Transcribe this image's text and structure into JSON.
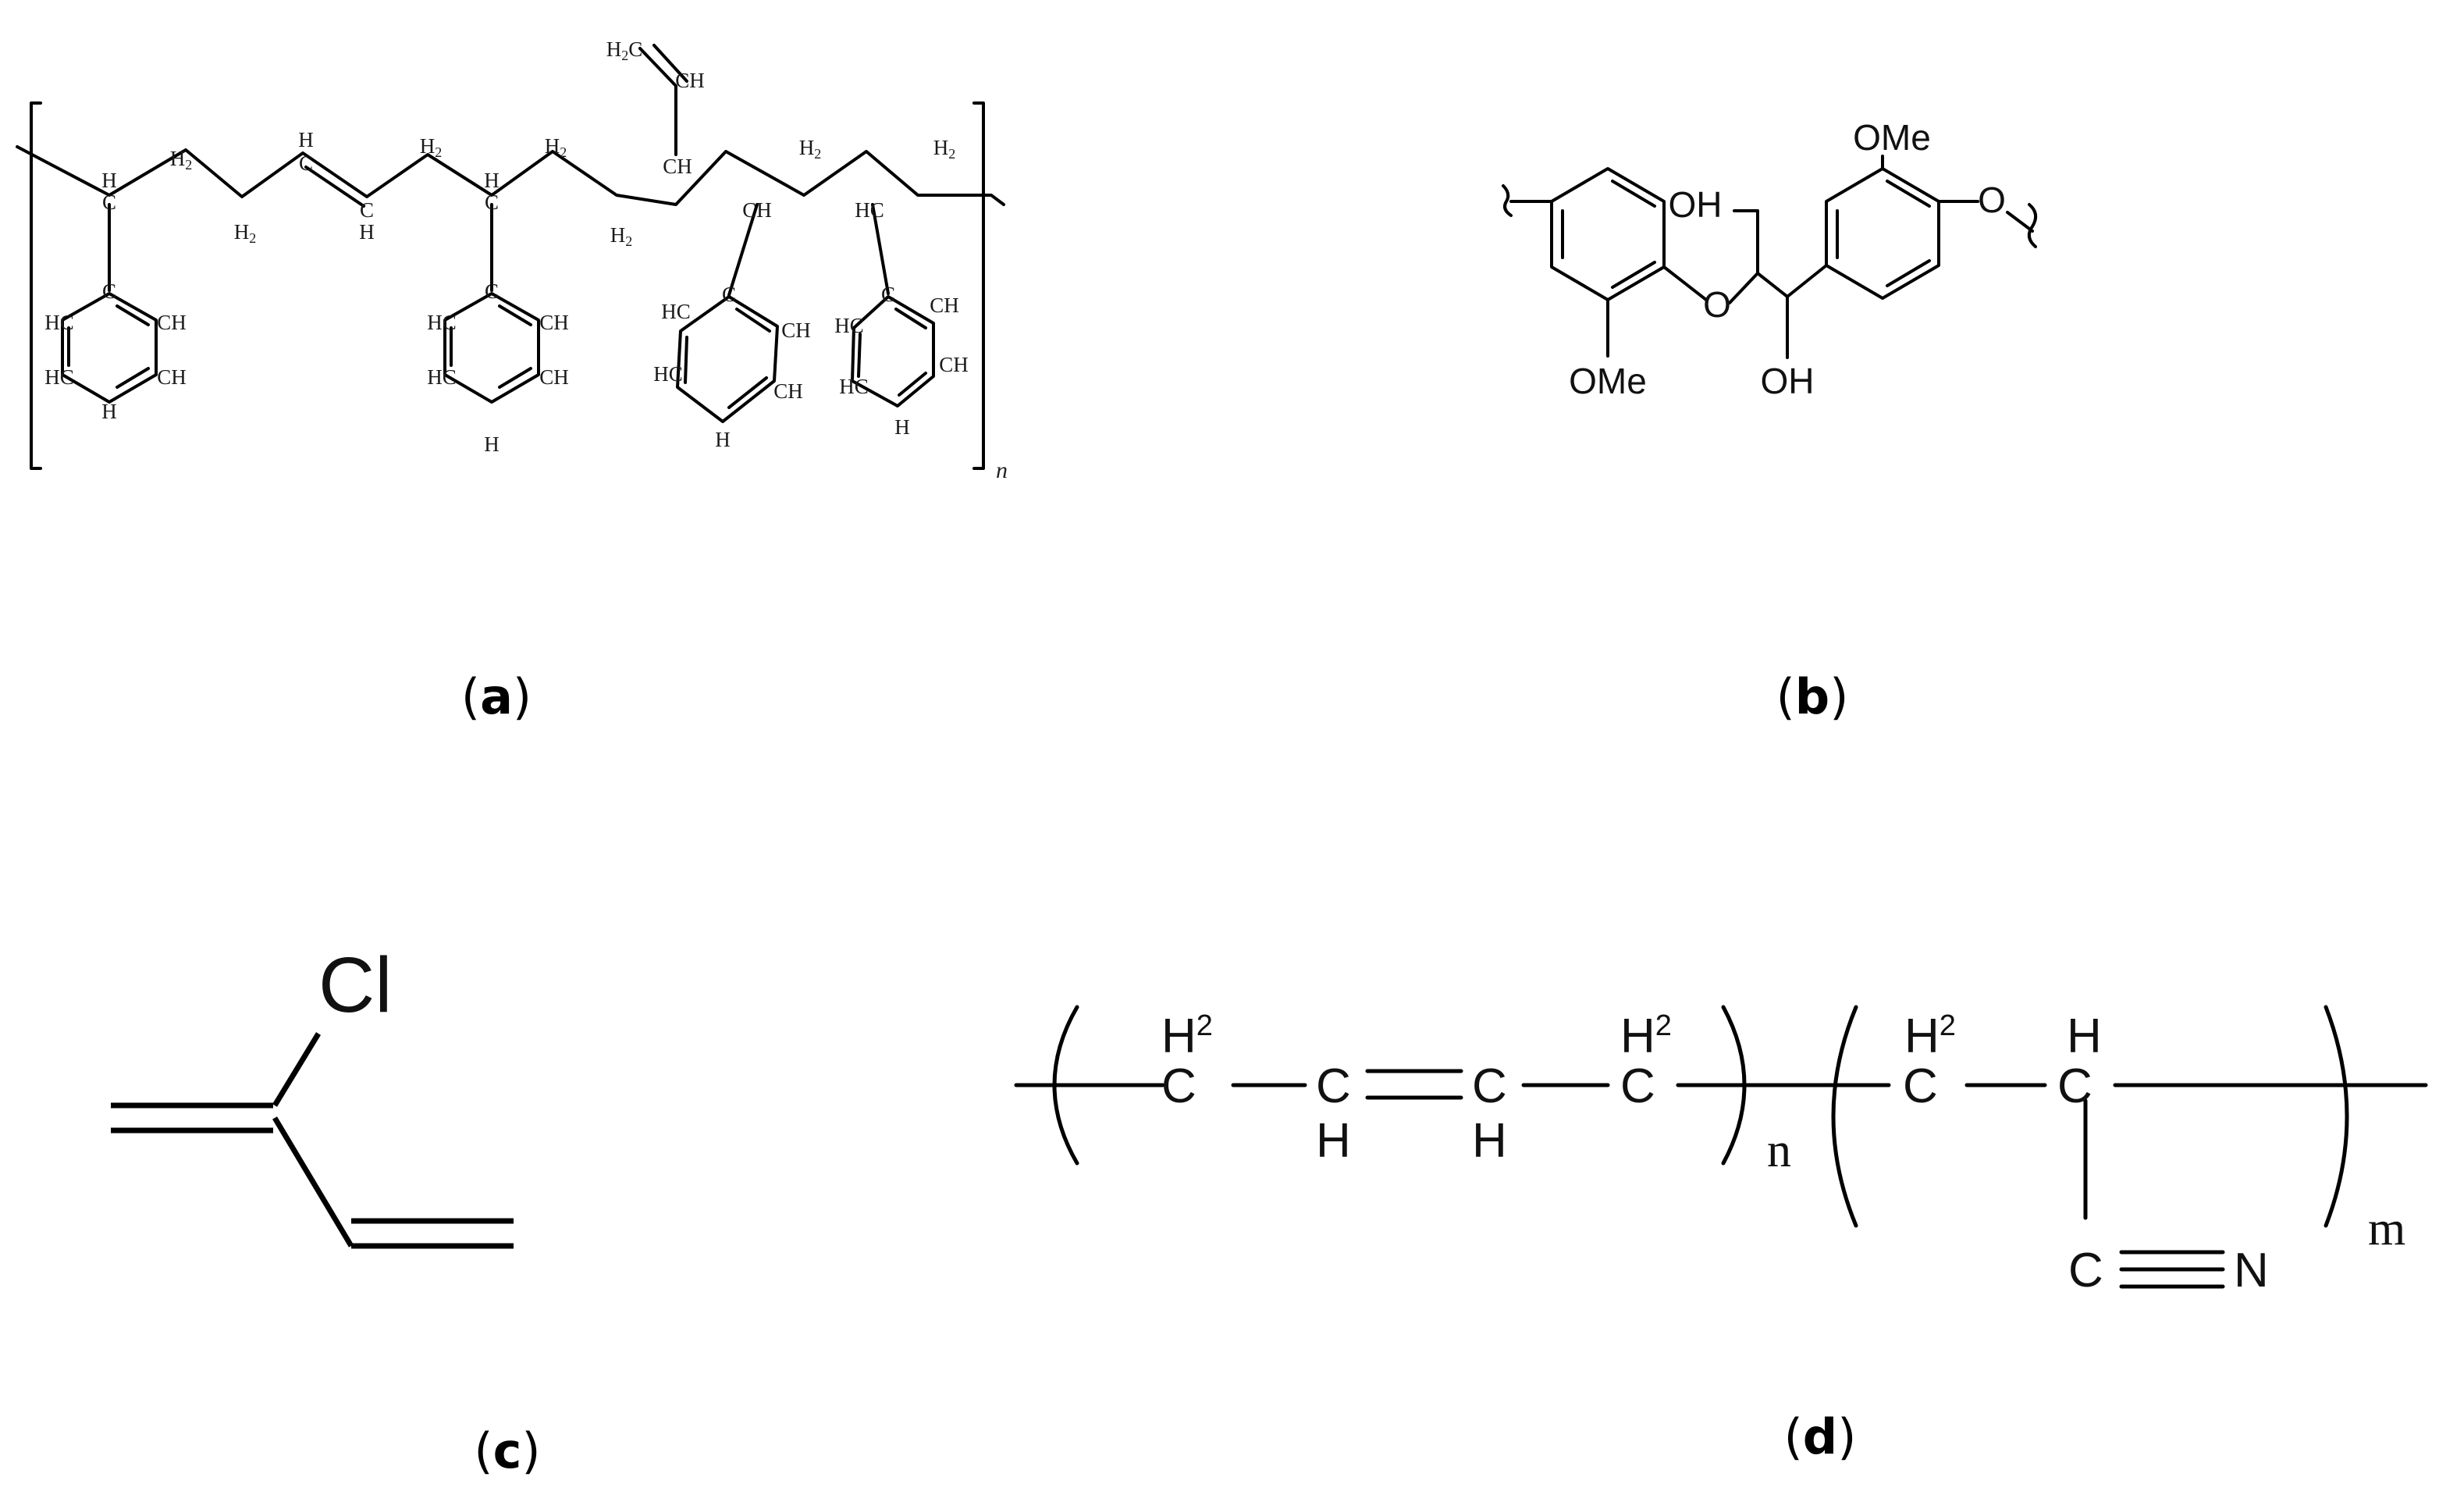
{
  "panels": {
    "a": {
      "label_open": "(",
      "label_letter": "a",
      "label_close": ")",
      "index": "n",
      "atoms": {
        "ch_1": "H",
        "c_1": "C",
        "ch2_1": "H",
        "ch2_1_sub": "2",
        "ch2_2": "H",
        "ch2_2_sub": "2",
        "ch_3": "H",
        "c_3": "C",
        "ch_4": "C",
        "hc_4": "H",
        "ch2_5": "H",
        "ch2_5_sub": "2",
        "ch_6": "H",
        "c_6": "C",
        "ch2_7": "H",
        "ch2_7_sub": "2",
        "ch2_8": "H",
        "ch2_8_sub": "2",
        "ch_9": "CH",
        "vinyl_h2c": "H",
        "vinyl_h2c_sub": "2",
        "vinyl_h2c_c": "C",
        "vinyl_ch": "CH",
        "ch_10": "CH",
        "ch2_11": "H",
        "ch2_11_sub": "2",
        "hc_12": "HC",
        "ch2_13": "H",
        "ch2_13_sub": "2",
        "ring1": [
          "C",
          "HC",
          "CH",
          "HC",
          "CH",
          "H"
        ],
        "ring2": [
          "C",
          "HC",
          "CH",
          "HC",
          "CH",
          "H"
        ],
        "ring3": [
          "C",
          "HC",
          "CH",
          "HC",
          "CH",
          "H"
        ],
        "ring4": [
          "C",
          "HC",
          "CH",
          "HC",
          "CH",
          "H"
        ]
      }
    },
    "b": {
      "label_open": "(",
      "label_letter": "b",
      "label_close": ")",
      "atoms": {
        "ome_top": "OMe",
        "oh_top": "OH",
        "o_right": "O",
        "o_mid": "O",
        "ome_bottom": "OMe",
        "oh_bottom": "OH"
      }
    },
    "c": {
      "label_open": "(",
      "label_letter": "c",
      "label_close": ")",
      "atoms": {
        "cl": "Cl"
      }
    },
    "d": {
      "label_open": "(",
      "label_letter": "d",
      "label_close": ")",
      "index_n": "n",
      "index_m": "m",
      "atoms": {
        "c1": "C",
        "c1_h": "H",
        "c1_sub": "2",
        "c2": "C",
        "c2_h": "H",
        "c3": "C",
        "c3_h": "H",
        "c4": "C",
        "c4_h": "H",
        "c4_sub": "2",
        "c5": "C",
        "c5_h": "H",
        "c5_sub": "2",
        "c6": "C",
        "c6_h": "H",
        "cn_c": "C",
        "cn_n": "N"
      }
    }
  }
}
